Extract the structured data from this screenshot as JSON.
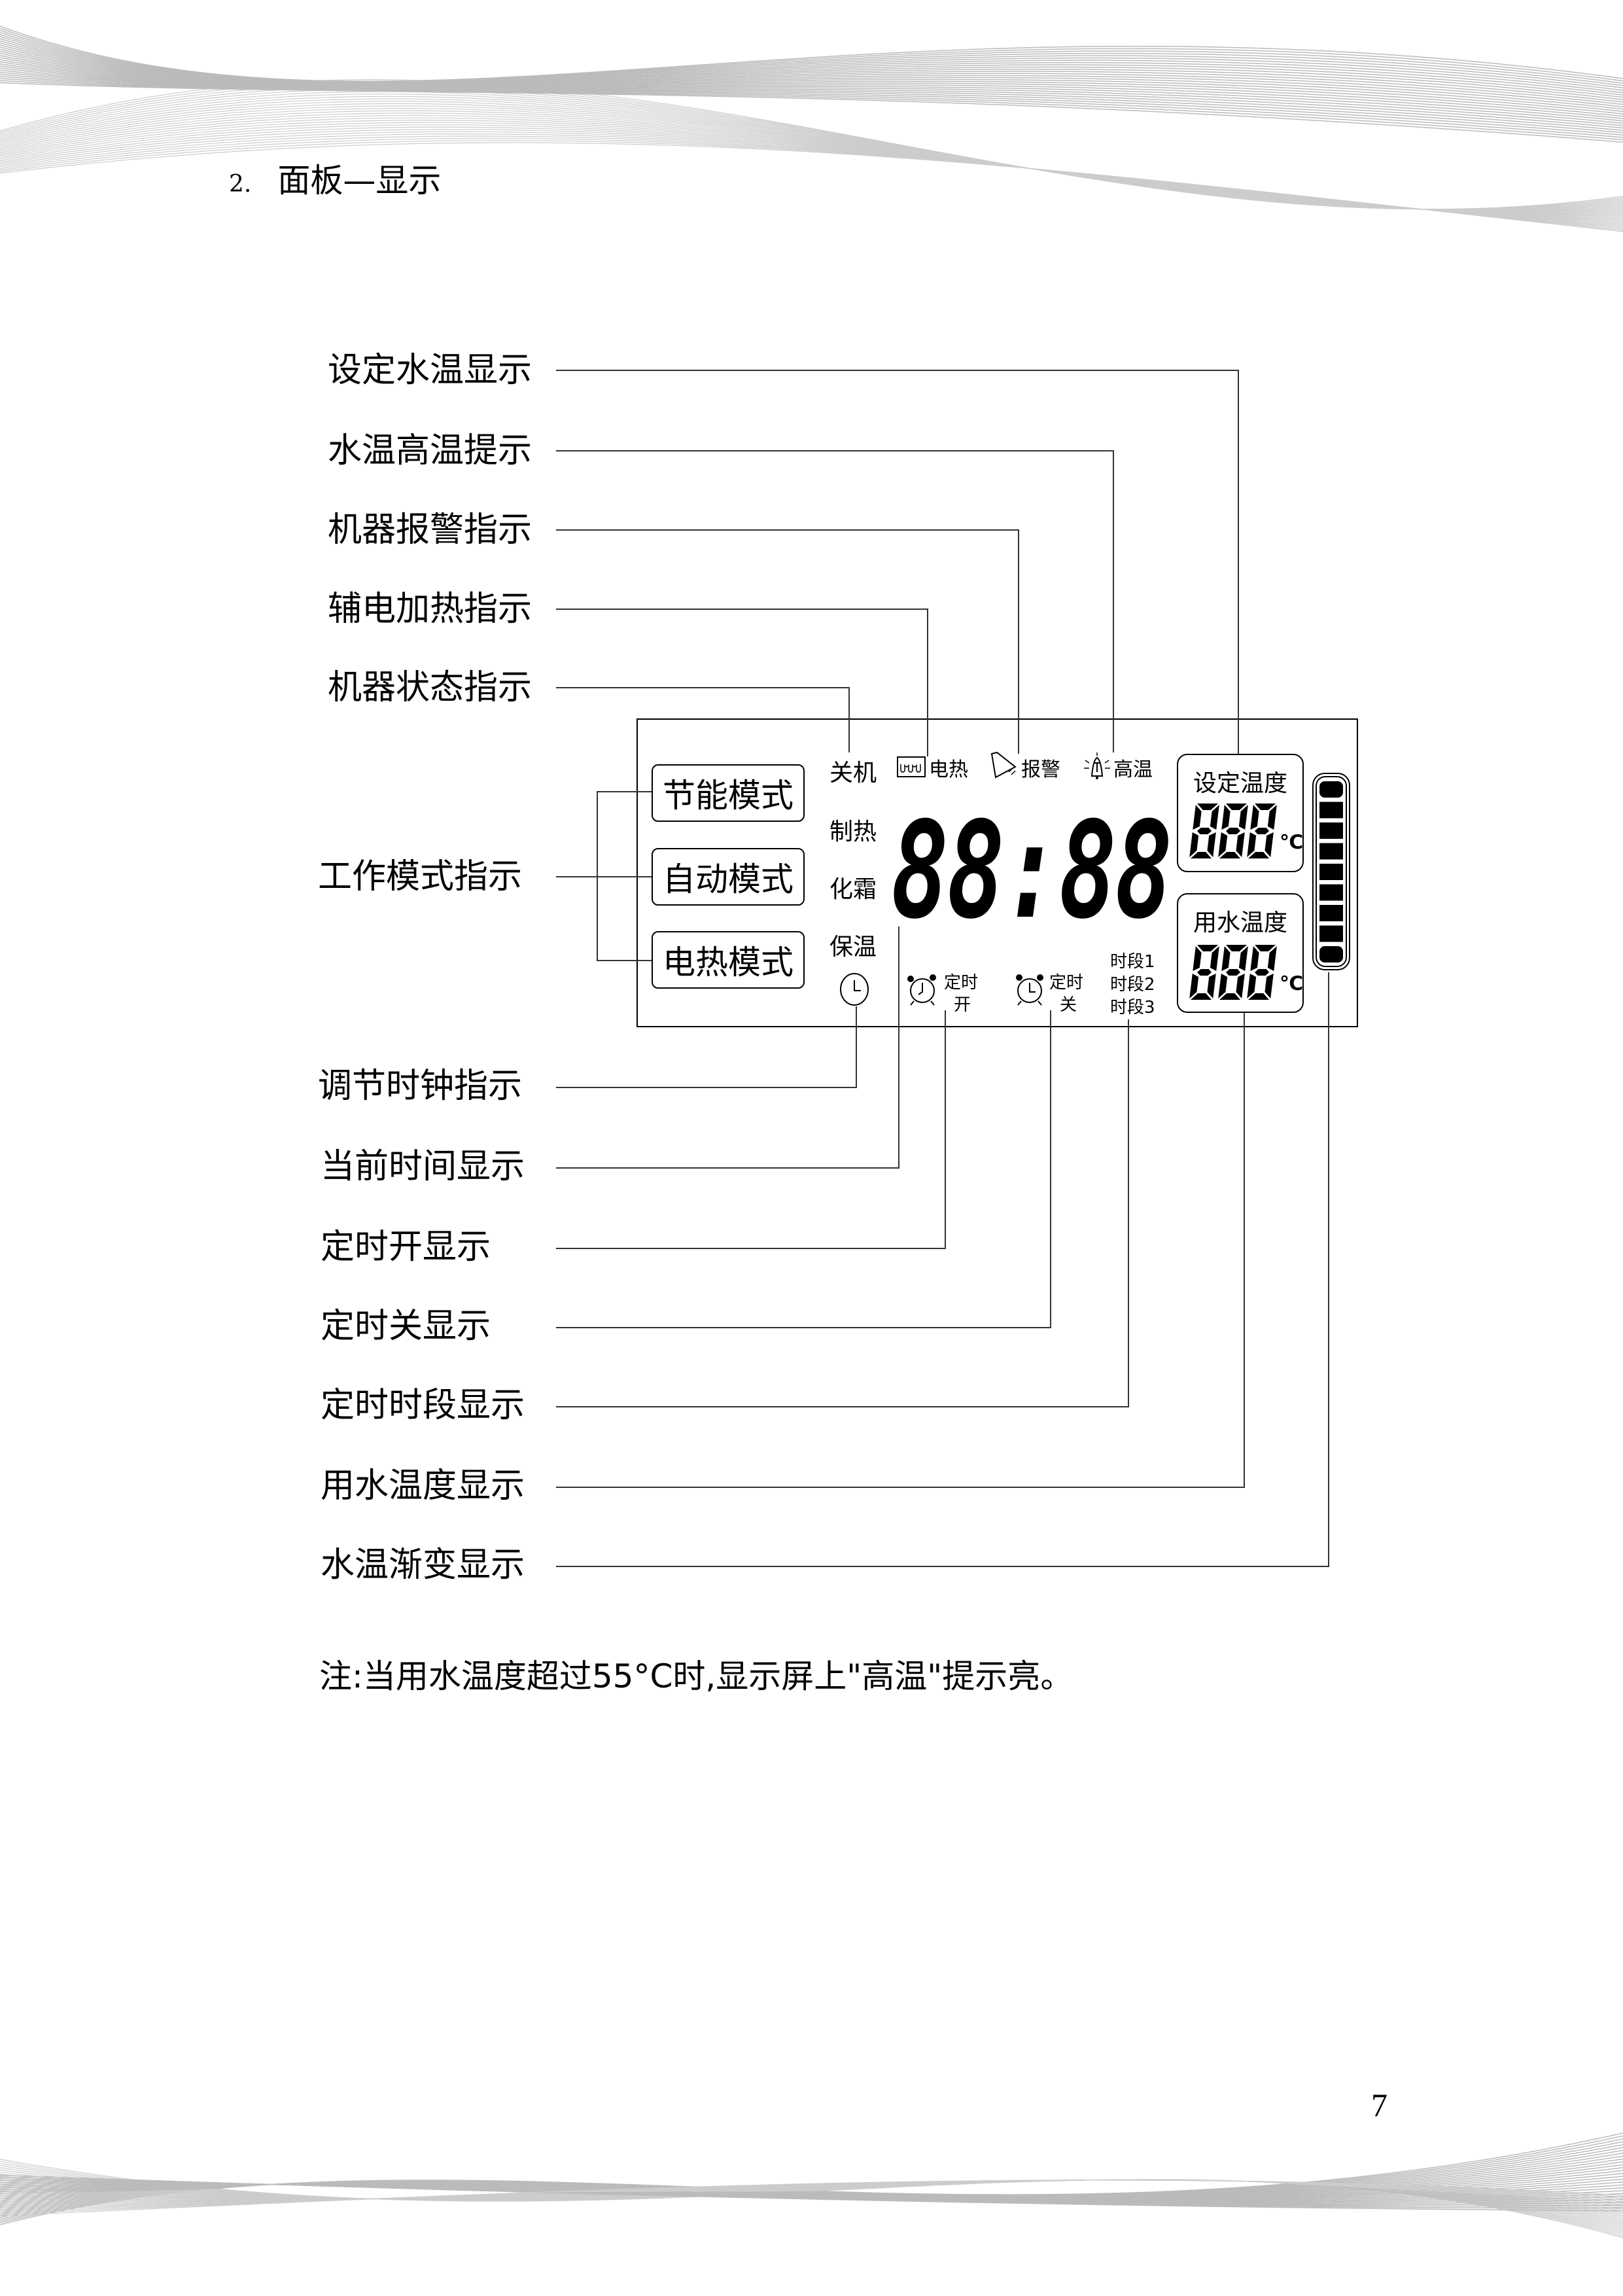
{
  "header": {
    "section_number": "2.",
    "title": "面板—显示"
  },
  "callouts_top": [
    "设定水温显示",
    "水温高温提示",
    "机器报警指示",
    "辅电加热指示",
    "机器状态指示"
  ],
  "callout_mode": "工作模式指示",
  "callouts_bottom": [
    "调节时钟指示",
    "当前时间显示",
    "定时开显示",
    "定时关显示",
    "定时时段显示",
    "用水温度显示",
    "水温渐变显示"
  ],
  "lcd": {
    "modes": [
      "节能模式",
      "自动模式",
      "电热模式"
    ],
    "states": [
      "关机",
      "制热",
      "化霜",
      "保温"
    ],
    "indicators": {
      "electric_heat": "电热",
      "alarm": "报警",
      "high_temp": "高温"
    },
    "clock_digits": "88:88",
    "set_temp": {
      "label": "设定温度",
      "value": "888",
      "unit": "℃"
    },
    "water_temp": {
      "label": "用水温度",
      "value": "888",
      "unit": "℃"
    },
    "timer_on": {
      "line1": "定时",
      "line2": "开"
    },
    "timer_off": {
      "line1": "定时",
      "line2": "关"
    },
    "periods": [
      "时段1",
      "时段2",
      "时段3"
    ],
    "bar_segments": 9
  },
  "note": "注:当用水温度超过55°C时,显示屏上\"高温\"提示亮。",
  "page_number": "7"
}
